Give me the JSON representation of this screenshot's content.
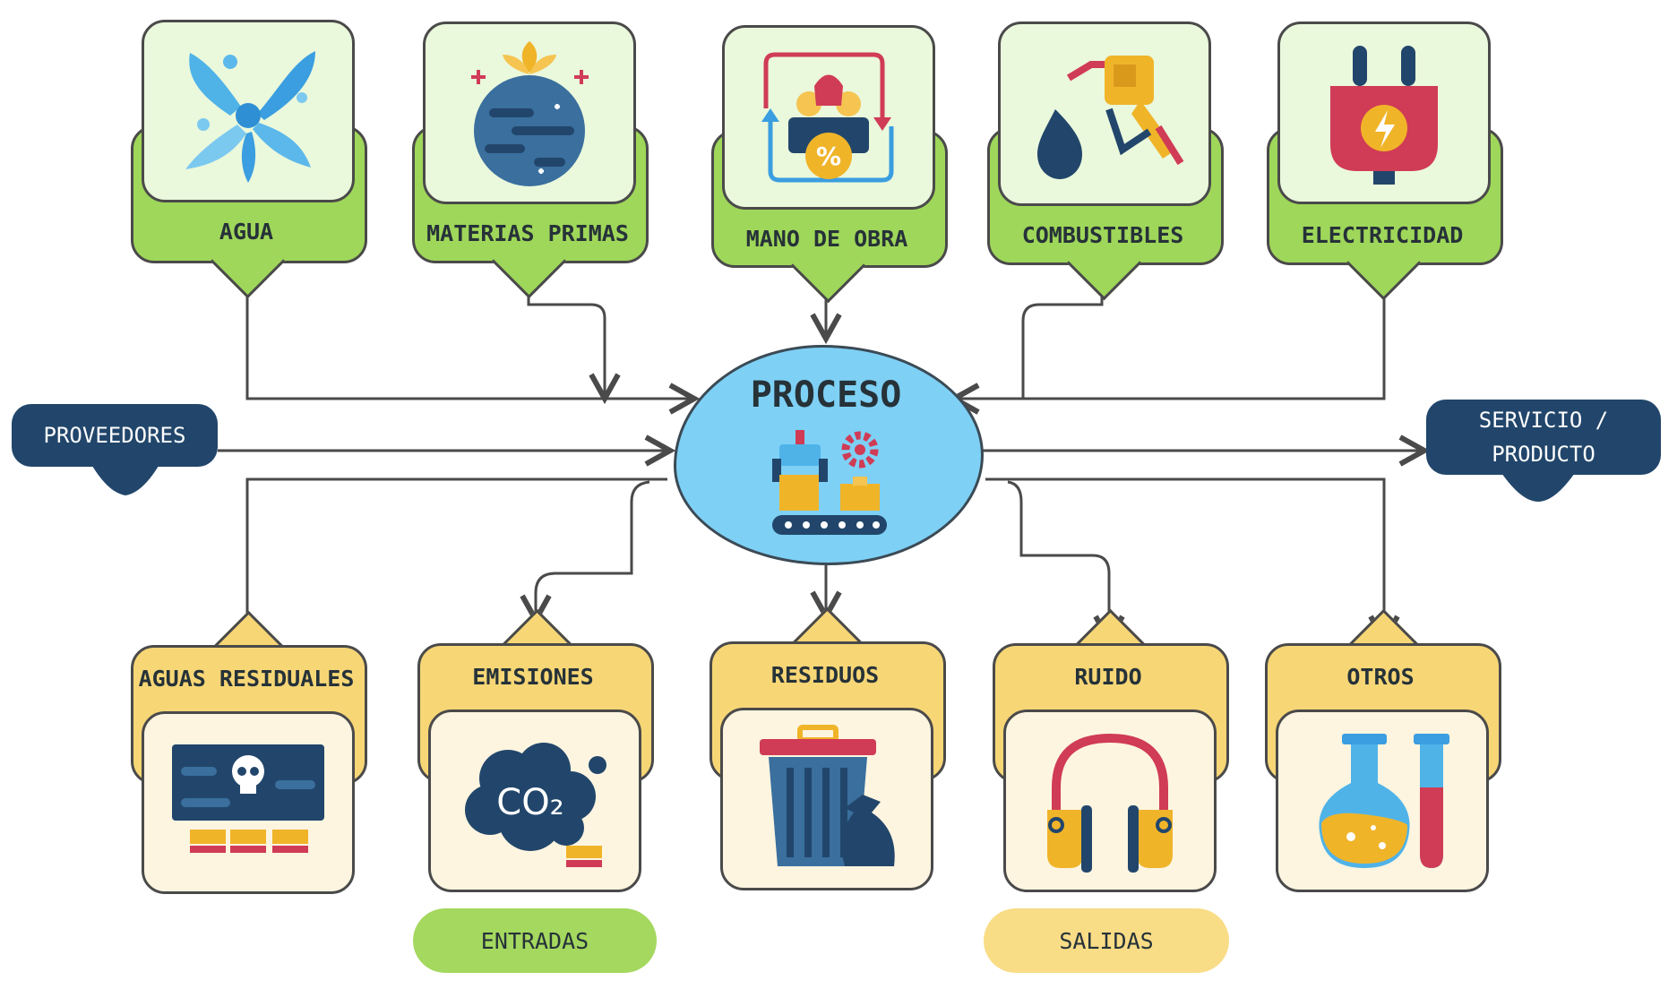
{
  "process": {
    "label": "PROCESO"
  },
  "inputs": [
    {
      "label": "AGUA",
      "icon": "water-splash-icon"
    },
    {
      "label": "MATERIAS PRIMAS",
      "icon": "planet-resources-icon"
    },
    {
      "label": "MANO DE OBRA",
      "icon": "workforce-icon"
    },
    {
      "label": "COMBUSTIBLES",
      "icon": "fuel-nozzle-icon"
    },
    {
      "label": "ELECTRICIDAD",
      "icon": "electric-plug-icon"
    }
  ],
  "outputs": [
    {
      "label": "AGUAS RESIDUALES",
      "icon": "wastewater-icon"
    },
    {
      "label": "EMISIONES",
      "icon": "co2-cloud-icon"
    },
    {
      "label": "RESIDUOS",
      "icon": "trash-bin-icon"
    },
    {
      "label": "RUIDO",
      "icon": "ear-muffs-icon"
    },
    {
      "label": "OTROS",
      "icon": "lab-flask-icon"
    }
  ],
  "side_nodes": {
    "left": {
      "label": "PROVEEDORES"
    },
    "right": {
      "line1": "SERVICIO /",
      "line2": "PRODUCTO"
    }
  },
  "legend": {
    "inputs": {
      "label": "ENTRADAS",
      "color": "#a4d85f"
    },
    "outputs": {
      "label": "SALIDAS",
      "color": "#f9dc86"
    }
  },
  "colors": {
    "input_card": "#9fd75a",
    "output_card": "#f7d676",
    "process": "#7ed0f5",
    "side_node": "#22466b",
    "connector": "#4a4a4a"
  }
}
